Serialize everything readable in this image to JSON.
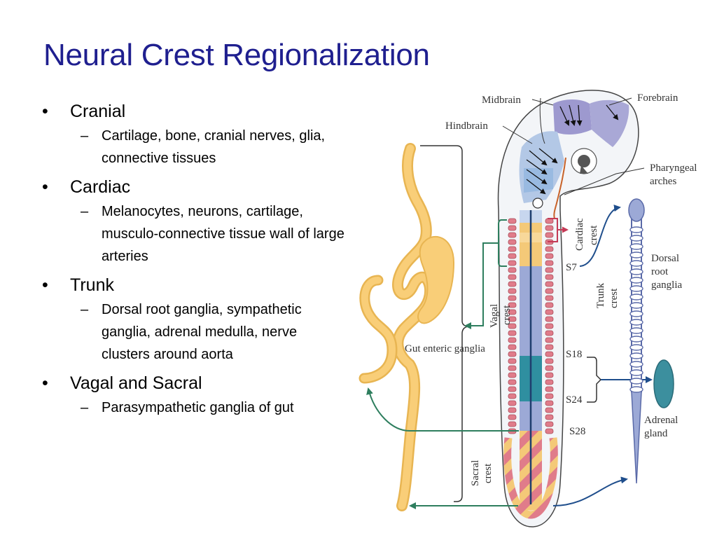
{
  "title": "Neural Crest Regionalization",
  "bullets": [
    {
      "label": "Cranial",
      "sub": "Cartilage, bone, cranial nerves, glia, connective tissues"
    },
    {
      "label": "Cardiac",
      "sub": "Melanocytes, neurons, cartilage, musculo-connective tissue wall of large arteries"
    },
    {
      "label": "Trunk",
      "sub": "Dorsal root ganglia, sympathetic ganglia, adrenal medulla, nerve clusters around aorta"
    },
    {
      "label": "Vagal and Sacral",
      "sub": "Parasympathetic ganglia of gut"
    }
  ],
  "figure": {
    "labels": {
      "midbrain": "Midbrain",
      "forebrain": "Forebrain",
      "hindbrain": "Hindbrain",
      "pharyngeal_1": "Pharyngeal",
      "pharyngeal_2": "arches",
      "cardiac_1": "Cardiac",
      "cardiac_2": "crest",
      "vagal_1": "Vagal",
      "vagal_2": "crest",
      "trunk_1": "Trunk",
      "trunk_2": "crest",
      "sacral_1": "Sacral",
      "sacral_2": "crest",
      "drg_1": "Dorsal",
      "drg_2": "root",
      "drg_3": "ganglia",
      "gut": "Gut enteric ganglia",
      "adrenal_1": "Adrenal",
      "adrenal_2": "gland",
      "s7": "S7",
      "s18": "S18",
      "s24": "S24",
      "s28": "S28"
    },
    "colors": {
      "cranial": "#A9A8D6",
      "cardiac": "#C43A56",
      "vagal": "#F4C978",
      "trunk": "#2F8FA0",
      "sacral": "#E07C8A",
      "gut": "#F9CE78",
      "nerve": "#1F4E8C",
      "arrow_green": "#2E7E5E"
    }
  }
}
